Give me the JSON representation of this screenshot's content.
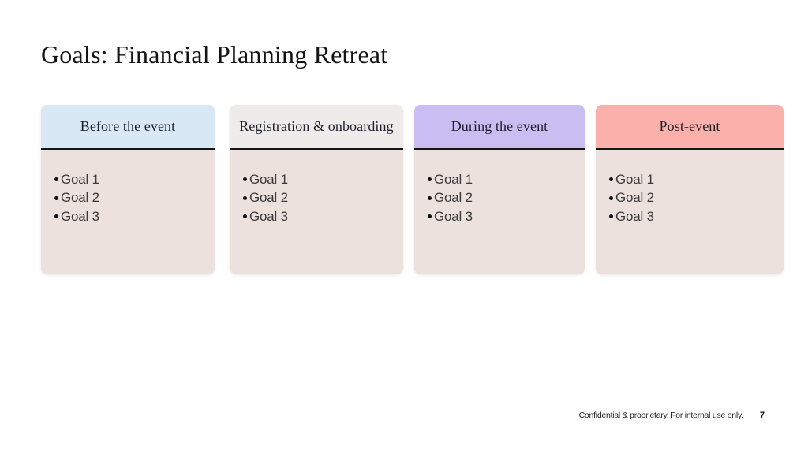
{
  "slide": {
    "title": "Goals: Financial Planning Retreat"
  },
  "columns": [
    {
      "header": "Before the event",
      "header_bg": "#d8e8f4",
      "goals": [
        "Goal 1",
        "Goal 2",
        "Goal 3"
      ]
    },
    {
      "header": "Registration & onboarding",
      "header_bg": "#eeeceb",
      "goals": [
        "Goal 1",
        "Goal 2",
        "Goal 3"
      ]
    },
    {
      "header": "During the event",
      "header_bg": "#c9bdf1",
      "goals": [
        "Goal 1",
        "Goal 2",
        "Goal 3"
      ]
    },
    {
      "header": "Post-event",
      "header_bg": "#fbb0ab",
      "goals": [
        "Goal 1",
        "Goal 2",
        "Goal 3"
      ]
    }
  ],
  "colors": {
    "card_body_bg": "#ece1dd",
    "divider": "#161616",
    "background": "#ffffff"
  },
  "footer": {
    "text": "Confidential & proprietary. For internal use only.",
    "page_number": "7"
  }
}
